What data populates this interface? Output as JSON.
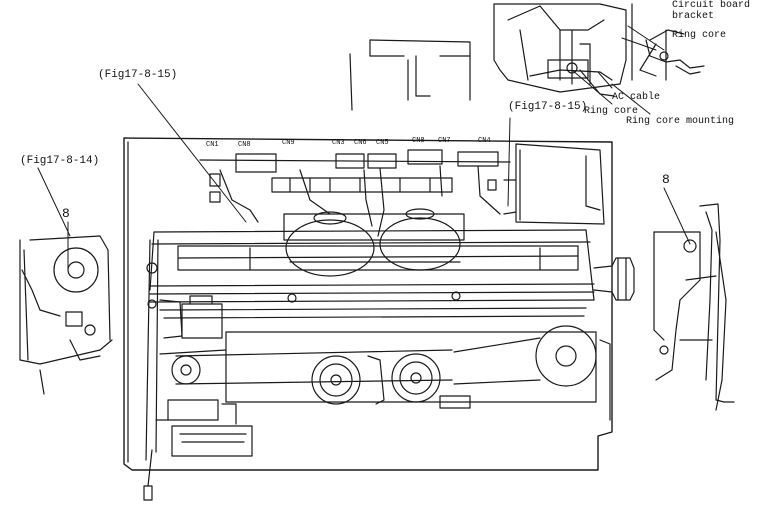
{
  "labels": {
    "fig_15_top": "(Fig17-8-15)",
    "fig_14": "(Fig17-8-14)",
    "fig_15_right": "(Fig17-8-15)",
    "callout_8_left": "8",
    "callout_8_right": "8",
    "circuit_board_bracket_1": "Circuit board",
    "circuit_board_bracket_2": "bracket",
    "ring_core_top": "Ring core",
    "ac_cable": "AC cable",
    "ring_core_mid": "Ring core",
    "ring_core_mounting": "Ring core mounting"
  },
  "connectors": [
    "CN1",
    "CN8",
    "CN9",
    "CN3",
    "CN6",
    "CN5",
    "CN8",
    "CN7",
    "CN4"
  ]
}
